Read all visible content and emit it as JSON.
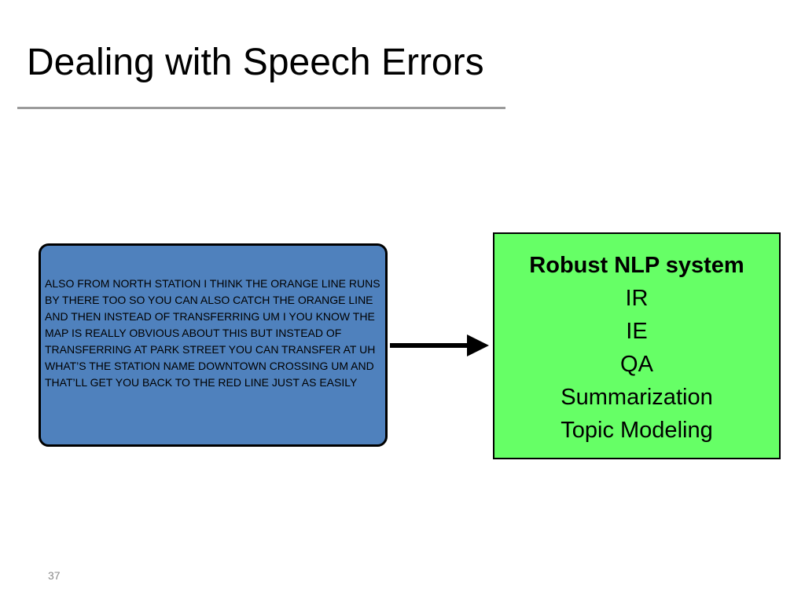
{
  "slide": {
    "title": "Dealing with Speech Errors",
    "page_number": "37"
  },
  "transcript": {
    "text": "ALSO FROM NORTH STATION I THINK THE ORANGE LINE RUNS BY THERE TOO SO YOU CAN ALSO CATCH THE ORANGE LINE AND THEN INSTEAD OF TRANSFERRING UM I YOU KNOW THE MAP IS REALLY OBVIOUS ABOUT THIS BUT INSTEAD OF TRANSFERRING AT PARK STREET YOU CAN TRANSFER AT UH WHAT’S THE STATION NAME DOWNTOWN CROSSING UM AND THAT’LL GET YOU BACK TO THE RED LINE JUST AS EASILY",
    "box_color": "#4f81bd"
  },
  "system": {
    "title": "Robust NLP system",
    "tasks": [
      "IR",
      "IE",
      "QA",
      "Summarization",
      "Topic Modeling"
    ],
    "box_color": "#66ff66"
  },
  "colors": {
    "rule": "#9b9b9b",
    "page_number": "#8a8a8a"
  }
}
